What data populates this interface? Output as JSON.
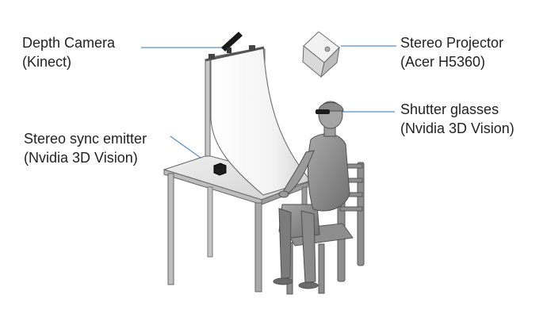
{
  "labels": {
    "depth_camera": {
      "line1": "Depth Camera",
      "line2": "(Kinect)"
    },
    "stereo_projector": {
      "line1": "Stereo Projector",
      "line2": "(Acer H5360)"
    },
    "shutter_glasses": {
      "line1": "Shutter glasses",
      "line2": "(Nvidia 3D Vision)"
    },
    "sync_emitter": {
      "line1": "Stereo sync emitter",
      "line2": "(Nvidia 3D Vision)"
    }
  },
  "colors": {
    "leader_line": "#5a8fc7",
    "text": "#222222",
    "figure_gray": "#8c8c8c",
    "screen": "#f4f4f4"
  }
}
